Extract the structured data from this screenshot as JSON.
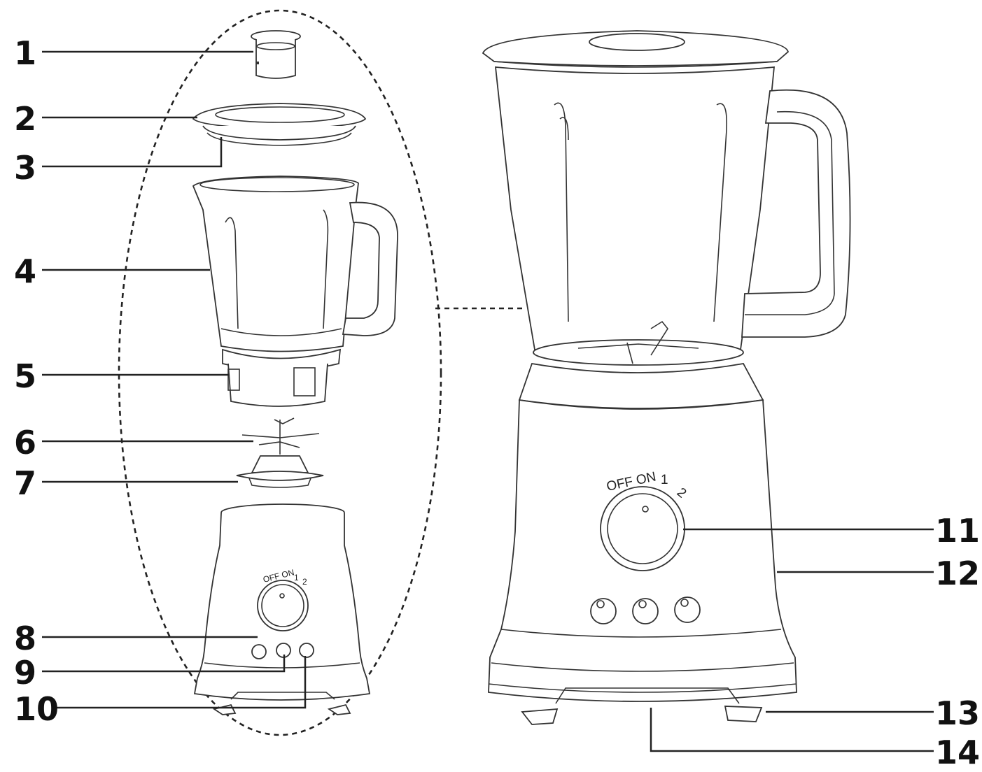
{
  "callouts": {
    "c1": "1",
    "c2": "2",
    "c3": "3",
    "c4": "4",
    "c5": "5",
    "c6": "6",
    "c7": "7",
    "c8": "8",
    "c9": "9",
    "c10": "10",
    "c11": "11",
    "c12": "12",
    "c13": "13",
    "c14": "14"
  },
  "dial_markings": {
    "off": "OFF",
    "on": "ON",
    "one": "1",
    "two": "2"
  },
  "colors": {
    "ink": "#222222",
    "background": "#ffffff"
  }
}
